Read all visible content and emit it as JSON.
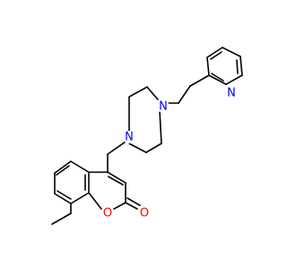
{
  "molecule": {
    "colors": {
      "bond": "#000000",
      "nitrogen": "#0000ff",
      "oxygen": "#ff0000",
      "background": "#ffffff"
    },
    "atoms": [
      {
        "id": "n_pyridine",
        "symbol": "N",
        "element": "nitrogen"
      },
      {
        "id": "n_piperazine_upper",
        "symbol": "N",
        "element": "nitrogen"
      },
      {
        "id": "n_piperazine_lower",
        "symbol": "N",
        "element": "nitrogen"
      },
      {
        "id": "o_ring",
        "symbol": "O",
        "element": "oxygen"
      },
      {
        "id": "o_carbonyl",
        "symbol": "O",
        "element": "oxygen"
      }
    ]
  }
}
